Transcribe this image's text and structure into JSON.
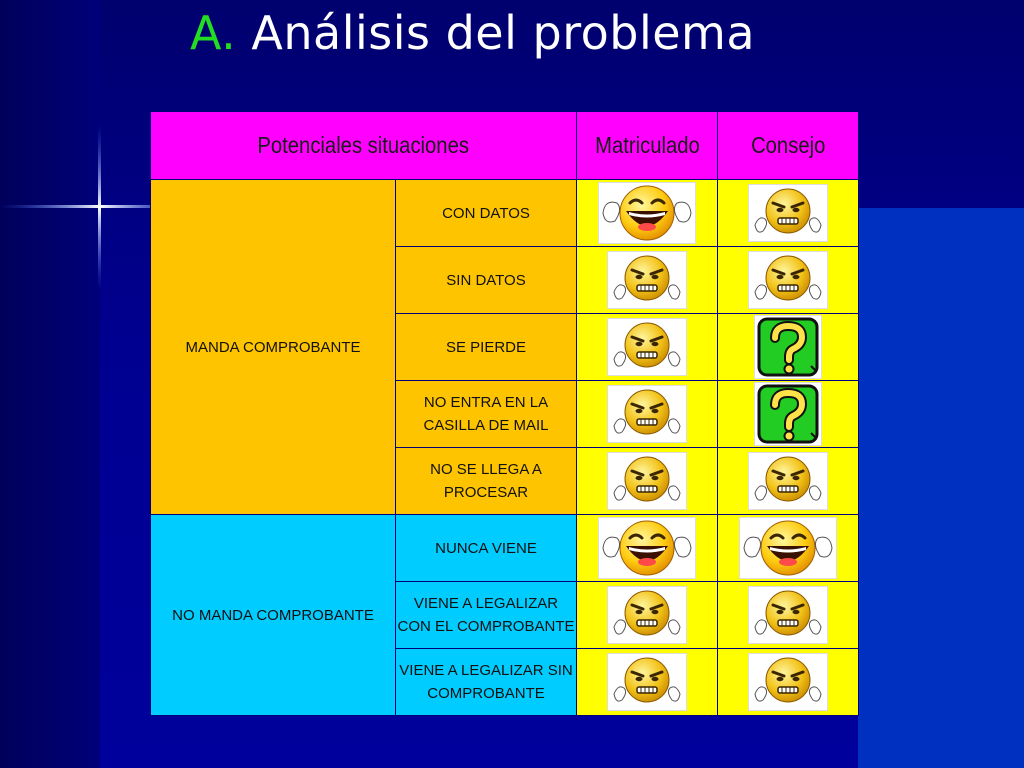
{
  "title": {
    "letter": "A.",
    "text": "Análisis del problema"
  },
  "table": {
    "headers": {
      "situaciones": "Potenciales situaciones",
      "matriculado": "Matriculado",
      "consejo": "Consejo"
    },
    "groups": [
      {
        "label": "MANDA COMPROBANTE"
      },
      {
        "label": "NO MANDA COMPROBANTE"
      }
    ],
    "rows": [
      {
        "situation": "CON DATOS",
        "matriculado": "laughing-face-icon",
        "consejo": "angry-face-icon"
      },
      {
        "situation": "SIN DATOS",
        "matriculado": "angry-face-icon",
        "consejo": "angry-face-icon"
      },
      {
        "situation": "SE PIERDE",
        "matriculado": "angry-face-icon",
        "consejo": "question-mark-icon"
      },
      {
        "situation": "NO ENTRA EN LA CASILLA DE MAIL",
        "matriculado": "angry-face-icon",
        "consejo": "question-mark-icon"
      },
      {
        "situation": "NO SE LLEGA A PROCESAR",
        "matriculado": "angry-face-icon",
        "consejo": "angry-face-icon"
      },
      {
        "situation": "NUNCA VIENE",
        "matriculado": "laughing-face-icon",
        "consejo": "laughing-face-icon"
      },
      {
        "situation": "VIENE A LEGALIZAR CON EL COMPROBANTE",
        "matriculado": "angry-face-icon",
        "consejo": "angry-face-icon"
      },
      {
        "situation": "VIENE A LEGALIZAR SIN COMPROBANTE",
        "matriculado": "angry-face-icon",
        "consejo": "angry-face-icon"
      }
    ]
  },
  "colors": {
    "header": "#ff00ff",
    "group_a": "#ffc400",
    "group_b": "#00ccff",
    "face_cell": "#ffff00",
    "title_letter": "#22dd22"
  }
}
